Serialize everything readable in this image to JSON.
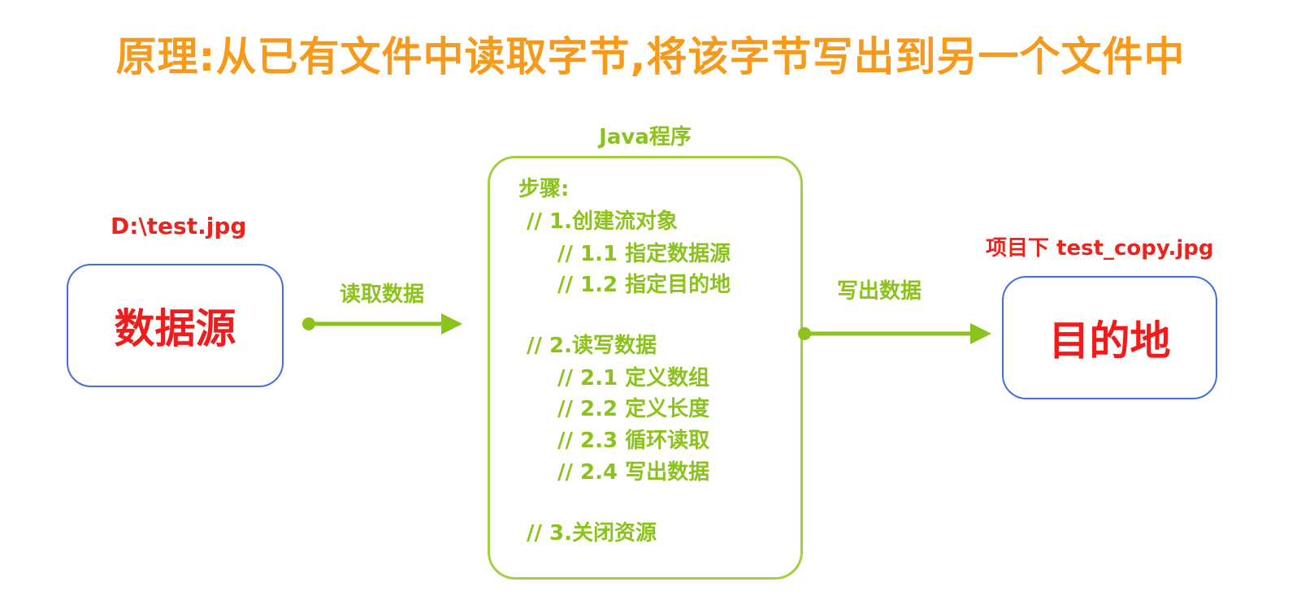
{
  "title": "原理:从已有文件中读取字节,将该字节写出到另一个文件中",
  "source": {
    "path_label": "D:\\test.jpg",
    "node_label": "数据源"
  },
  "arrow_read": {
    "label": "读取数据"
  },
  "program": {
    "title": "Java程序",
    "steps_heading": "步骤:",
    "lines": [
      "// 1.创建流对象",
      "// 1.1 指定数据源",
      "// 1.2 指定目的地",
      "// 2.读写数据",
      "// 2.1 定义数组",
      "// 2.2 定义长度",
      "// 2.3 循环读取",
      "// 2.4 写出数据",
      "// 3.关闭资源"
    ]
  },
  "arrow_write": {
    "label": "写出数据"
  },
  "destination": {
    "path_label": "项目下 test_copy.jpg",
    "node_label": "目的地"
  },
  "colors": {
    "title": "#f59a1b",
    "node_border": "#3f6fe0",
    "node_text": "#ee1c1c",
    "green": "#8cc21c",
    "program_border": "#a3d040"
  }
}
